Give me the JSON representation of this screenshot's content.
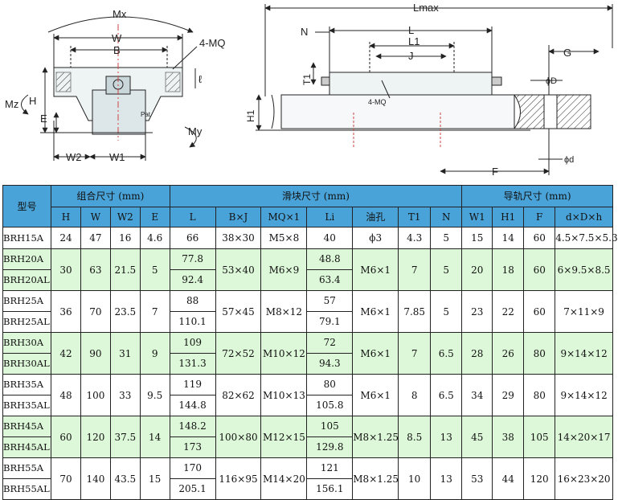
{
  "drawing": {
    "front_view": {
      "labels": {
        "mx": "Mx",
        "w": "W",
        "b": "B",
        "mq": "4-MQ",
        "h": "H",
        "e": "E",
        "w2": "W2",
        "w1": "W1",
        "mz": "Mz",
        "my": "My",
        "ell": "ℓ",
        "pat": "Pat"
      }
    },
    "side_view": {
      "labels": {
        "lmax": "Lmax",
        "l": "L",
        "n": "N",
        "l1": "L1",
        "j": "J",
        "t1": "T1",
        "h1": "H1",
        "mq": "4-MQ",
        "g": "G",
        "cap_d": "ϕD",
        "f": "F",
        "small_d": "ϕd"
      }
    }
  },
  "table": {
    "header": {
      "model": "型号",
      "group_assembly": "组合尺寸 (mm)",
      "group_block": "滑块尺寸 (mm)",
      "group_rail": "导轨尺寸 (mm)",
      "cols": [
        "H",
        "W",
        "W2",
        "E",
        "L",
        "B×J",
        "MQ×1",
        "Li",
        "油孔",
        "T1",
        "N",
        "W1",
        "H1",
        "F",
        "d×D×h"
      ]
    },
    "rows": [
      {
        "models": [
          "BRH15A"
        ],
        "H": "24",
        "W": "47",
        "W2": "16",
        "E": "4.6",
        "L": [
          "66"
        ],
        "BxJ": "38×30",
        "MQ": "M5×8",
        "Li": [
          "40"
        ],
        "oil": "ϕ3",
        "T1": "4.3",
        "N": "5",
        "W1": "15",
        "H1": "14",
        "F": "60",
        "dDh": "4.5×7.5×5.3"
      },
      {
        "models": [
          "BRH20A",
          "BRH20AL"
        ],
        "H": "30",
        "W": "63",
        "W2": "21.5",
        "E": "5",
        "L": [
          "77.8",
          "92.4"
        ],
        "BxJ": "53×40",
        "MQ": "M6×9",
        "Li": [
          "48.8",
          "63.4"
        ],
        "oil": "M6×1",
        "T1": "7",
        "N": "5",
        "W1": "20",
        "H1": "18",
        "F": "60",
        "dDh": "6×9.5×8.5"
      },
      {
        "models": [
          "BRH25A",
          "BRH25AL"
        ],
        "H": "36",
        "W": "70",
        "W2": "23.5",
        "E": "7",
        "L": [
          "88",
          "110.1"
        ],
        "BxJ": "57×45",
        "MQ": "M8×12",
        "Li": [
          "57",
          "79.1"
        ],
        "oil": "M6×1",
        "T1": "7.85",
        "N": "5",
        "W1": "23",
        "H1": "22",
        "F": "60",
        "dDh": "7×11×9"
      },
      {
        "models": [
          "BRH30A",
          "BRH30AL"
        ],
        "H": "42",
        "W": "90",
        "W2": "31",
        "E": "9",
        "L": [
          "109",
          "131.3"
        ],
        "BxJ": "72×52",
        "MQ": "M10×12",
        "Li": [
          "72",
          "94.3"
        ],
        "oil": "M6×1",
        "T1": "7",
        "N": "6.5",
        "W1": "28",
        "H1": "26",
        "F": "80",
        "dDh": "9×14×12"
      },
      {
        "models": [
          "BRH35A",
          "BRH35AL"
        ],
        "H": "48",
        "W": "100",
        "W2": "33",
        "E": "9.5",
        "L": [
          "119",
          "144.8"
        ],
        "BxJ": "82×62",
        "MQ": "M10×13",
        "Li": [
          "80",
          "105.8"
        ],
        "oil": "M6×1",
        "T1": "8",
        "N": "6.5",
        "W1": "34",
        "H1": "29",
        "F": "80",
        "dDh": "9×14×12"
      },
      {
        "models": [
          "BRH45A",
          "BRH45AL"
        ],
        "H": "60",
        "W": "120",
        "W2": "37.5",
        "E": "14",
        "L": [
          "148.2",
          "173"
        ],
        "BxJ": "100×80",
        "MQ": "M12×15",
        "Li": [
          "105",
          "129.8"
        ],
        "oil": "M8×1.25",
        "T1": "8.5",
        "N": "13",
        "W1": "45",
        "H1": "38",
        "F": "105",
        "dDh": "14×20×17"
      },
      {
        "models": [
          "BRH55A",
          "BRH55AL"
        ],
        "H": "70",
        "W": "140",
        "W2": "43.5",
        "E": "15",
        "L": [
          "170",
          "205.1"
        ],
        "BxJ": "116×95",
        "MQ": "M14×20",
        "Li": [
          "121",
          "156.1"
        ],
        "oil": "M8×1.25",
        "T1": "10",
        "N": "13",
        "W1": "53",
        "H1": "44",
        "F": "120",
        "dDh": "16×23×20"
      }
    ]
  }
}
